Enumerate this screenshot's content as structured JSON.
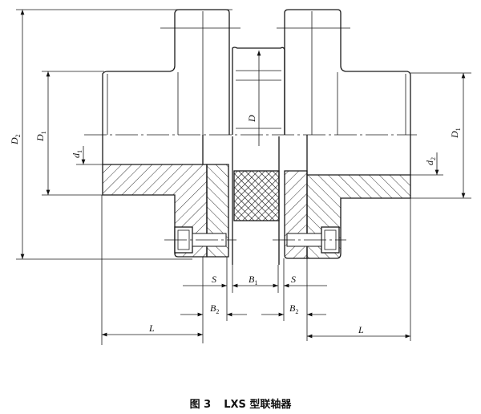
{
  "labels": {
    "D2": {
      "main": "D",
      "sub": "2"
    },
    "D1_left": {
      "main": "D",
      "sub": "1"
    },
    "d1": {
      "main": "d",
      "sub": "1"
    },
    "D": {
      "main": "D"
    },
    "D1_right": {
      "main": "D",
      "sub": "1"
    },
    "d2": {
      "main": "d",
      "sub": "2"
    },
    "S_left": {
      "main": "S"
    },
    "B1": {
      "main": "B",
      "sub": "1"
    },
    "S_right": {
      "main": "S"
    },
    "B2_left": {
      "main": "B",
      "sub": "2"
    },
    "B2_right": {
      "main": "B",
      "sub": "2"
    },
    "L_left": {
      "main": "L"
    },
    "L_right": {
      "main": "L"
    }
  },
  "caption": {
    "figure": "图 3",
    "title": "LXS 型联轴器"
  }
}
